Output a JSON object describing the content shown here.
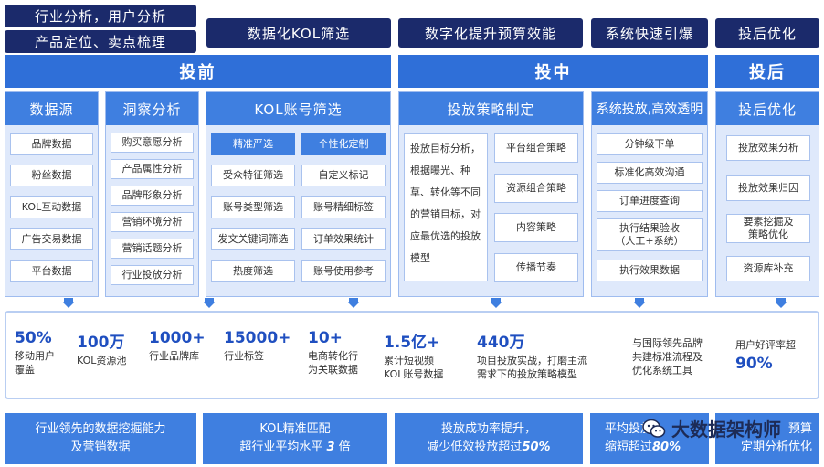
{
  "top_tags": {
    "left_1": "行业分析，用户分析",
    "left_2": "产品定位、卖点梳理",
    "kol": "数据化KOL筛选",
    "budget": "数字化提升预算效能",
    "system": "系统快速引爆",
    "post": "投后优化"
  },
  "phases": {
    "pre": "投前",
    "mid": "投中",
    "post": "投后"
  },
  "columns": {
    "datasource": {
      "title": "数据源",
      "items": [
        "品牌数据",
        "粉丝数据",
        "KOL互动数据",
        "广告交易数据",
        "平台数据"
      ]
    },
    "insight": {
      "title": "洞察分析",
      "items": [
        "购买意愿分析",
        "产品属性分析",
        "品牌形象分析",
        "营销环境分析",
        "营销话题分析",
        "行业投放分析"
      ]
    },
    "kol": {
      "title": "KOL账号筛选",
      "left": [
        "精准严选",
        "受众特征筛选",
        "账号类型筛选",
        "发文关键词筛选",
        "热度筛选"
      ],
      "right": [
        "个性化定制",
        "自定义标记",
        "账号精细标签",
        "订单效果统计",
        "账号使用参考"
      ]
    },
    "strategy": {
      "title": "投放策略制定",
      "desc": "投放目标分析，根据曝光、种草、转化等不同的营销目标，对应最优选的投放模型",
      "items": [
        "平台组合策略",
        "资源组合策略",
        "内容策略",
        "传播节奏"
      ]
    },
    "system": {
      "title": "系统投放,高效透明",
      "items": [
        "分钟级下单",
        "标准化高效沟通",
        "订单进度查询",
        "执行结果验收\n（人工+系统）",
        "执行效果数据"
      ]
    },
    "optimize": {
      "title": "投后优化",
      "items": [
        "投放效果分析",
        "投放效果归因",
        "要素挖掘及\n策略优化",
        "资源库补充"
      ]
    }
  },
  "stats": [
    {
      "num": "50%",
      "label": "移动用户\n覆盖"
    },
    {
      "num": "100万",
      "label": "KOL资源池"
    },
    {
      "num": "1000+",
      "label": "行业品牌库"
    },
    {
      "num": "15000+",
      "label": "行业标签"
    },
    {
      "num": "10+",
      "label": "电商转化行\n为关联数据"
    },
    {
      "num": "1.5亿+",
      "label": "累计短视频\nKOL账号数据"
    },
    {
      "num": "440万",
      "label": "项目投放实战，打磨主流\n需求下的投放策略模型"
    }
  ],
  "stats_right": {
    "label": "与国际领先品牌\n共建标准流程及\n优化系统工具",
    "rating_label": "用户好评率超",
    "rating_num": "90%"
  },
  "bottom": {
    "b1_line1": "行业领先的数据挖掘能力",
    "b1_line2": "及营销数据",
    "b2_line1": "KOL精准匹配",
    "b2_line2_pre": "超行业平均水平 ",
    "b2_line2_em": "3",
    "b2_line2_post": " 倍",
    "b3_line1": "投放成功率提升，",
    "b3_line2_pre": "减少低效投放超过",
    "b3_line2_em": "50%",
    "b4_line1": "平均投放",
    "b4_line2_pre": "缩短超过",
    "b4_line2_em": "80%",
    "b5_line1": "预算",
    "b5_line2": "定期分析优化"
  },
  "watermark": {
    "text": "大数据架构师",
    "icon": "wechat-icon"
  },
  "colors": {
    "dark_navy": "#1b2a6b",
    "primary_blue": "#2f6fd8",
    "column_blue": "#3f7fe0",
    "column_bg": "#dfe9fb",
    "stat_blue": "#1f4fc0"
  }
}
